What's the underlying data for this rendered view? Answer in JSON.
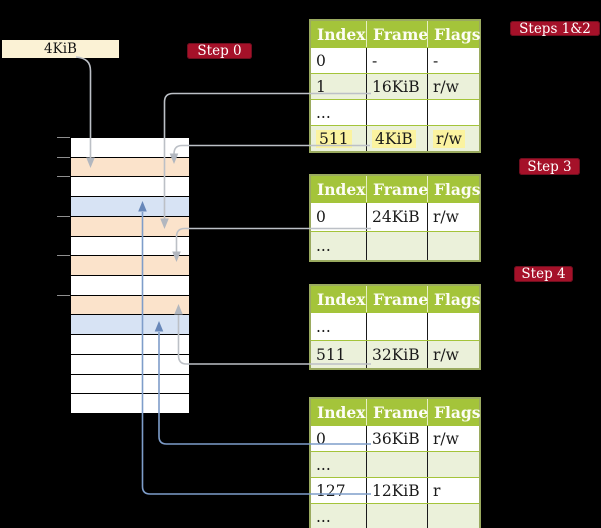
{
  "title": "Page table mapping steps diagram",
  "page_size_label": "4KiB",
  "badges": {
    "step0": "Step 0",
    "steps12": "Steps 1&2",
    "step3": "Step 3",
    "step4": "Step 4"
  },
  "memory": {
    "description": "physical memory column, 4KiB frames top to bottom",
    "frames": [
      "white",
      "orange",
      "white",
      "blue",
      "orange",
      "white",
      "orange",
      "white",
      "orange",
      "blue",
      "white",
      "white",
      "white",
      "white"
    ]
  },
  "tables": [
    {
      "id": "steps12",
      "headers": [
        "Index",
        "Frame",
        "Flags"
      ],
      "rows": [
        {
          "cells": [
            "0",
            "-",
            "-"
          ],
          "highlight": false
        },
        {
          "cells": [
            "1",
            "16KiB",
            "r/w"
          ],
          "highlight": false
        },
        {
          "cells": [
            "...",
            "",
            ""
          ],
          "highlight": false
        },
        {
          "cells": [
            "511",
            "4KiB",
            "r/w"
          ],
          "highlight": true
        }
      ]
    },
    {
      "id": "step3",
      "headers": [
        "Index",
        "Frame",
        "Flags"
      ],
      "rows": [
        {
          "cells": [
            "0",
            "24KiB",
            "r/w"
          ],
          "highlight": false
        },
        {
          "cells": [
            "...",
            "",
            ""
          ],
          "highlight": false
        }
      ]
    },
    {
      "id": "step4a",
      "headers": [
        "Index",
        "Frame",
        "Flags"
      ],
      "rows": [
        {
          "cells": [
            "...",
            "",
            ""
          ],
          "highlight": false
        },
        {
          "cells": [
            "511",
            "32KiB",
            "r/w"
          ],
          "highlight": false
        }
      ]
    },
    {
      "id": "step4b",
      "headers": [
        "Index",
        "Frame",
        "Flags"
      ],
      "rows": [
        {
          "cells": [
            "0",
            "36KiB",
            "r/w"
          ],
          "highlight": false
        },
        {
          "cells": [
            "...",
            "",
            ""
          ],
          "highlight": false
        },
        {
          "cells": [
            "127",
            "12KiB",
            "r"
          ],
          "highlight": false
        },
        {
          "cells": [
            "...",
            "",
            ""
          ],
          "highlight": false
        }
      ]
    }
  ],
  "palette": {
    "background": "#000000",
    "badge_red": "#a51129",
    "table_header_green": "#a4c43a",
    "table_row_green": "#ebf1da",
    "table_border": "#9aaa5f",
    "frame_orange": "#fbe3cb",
    "frame_blue": "#d7e3f4",
    "label_cream": "#fbf2d5",
    "highlight_yellow": "#fbf3a0",
    "arrow_gray": "#bcc0c6",
    "arrow_blue": "#7e9dca"
  }
}
